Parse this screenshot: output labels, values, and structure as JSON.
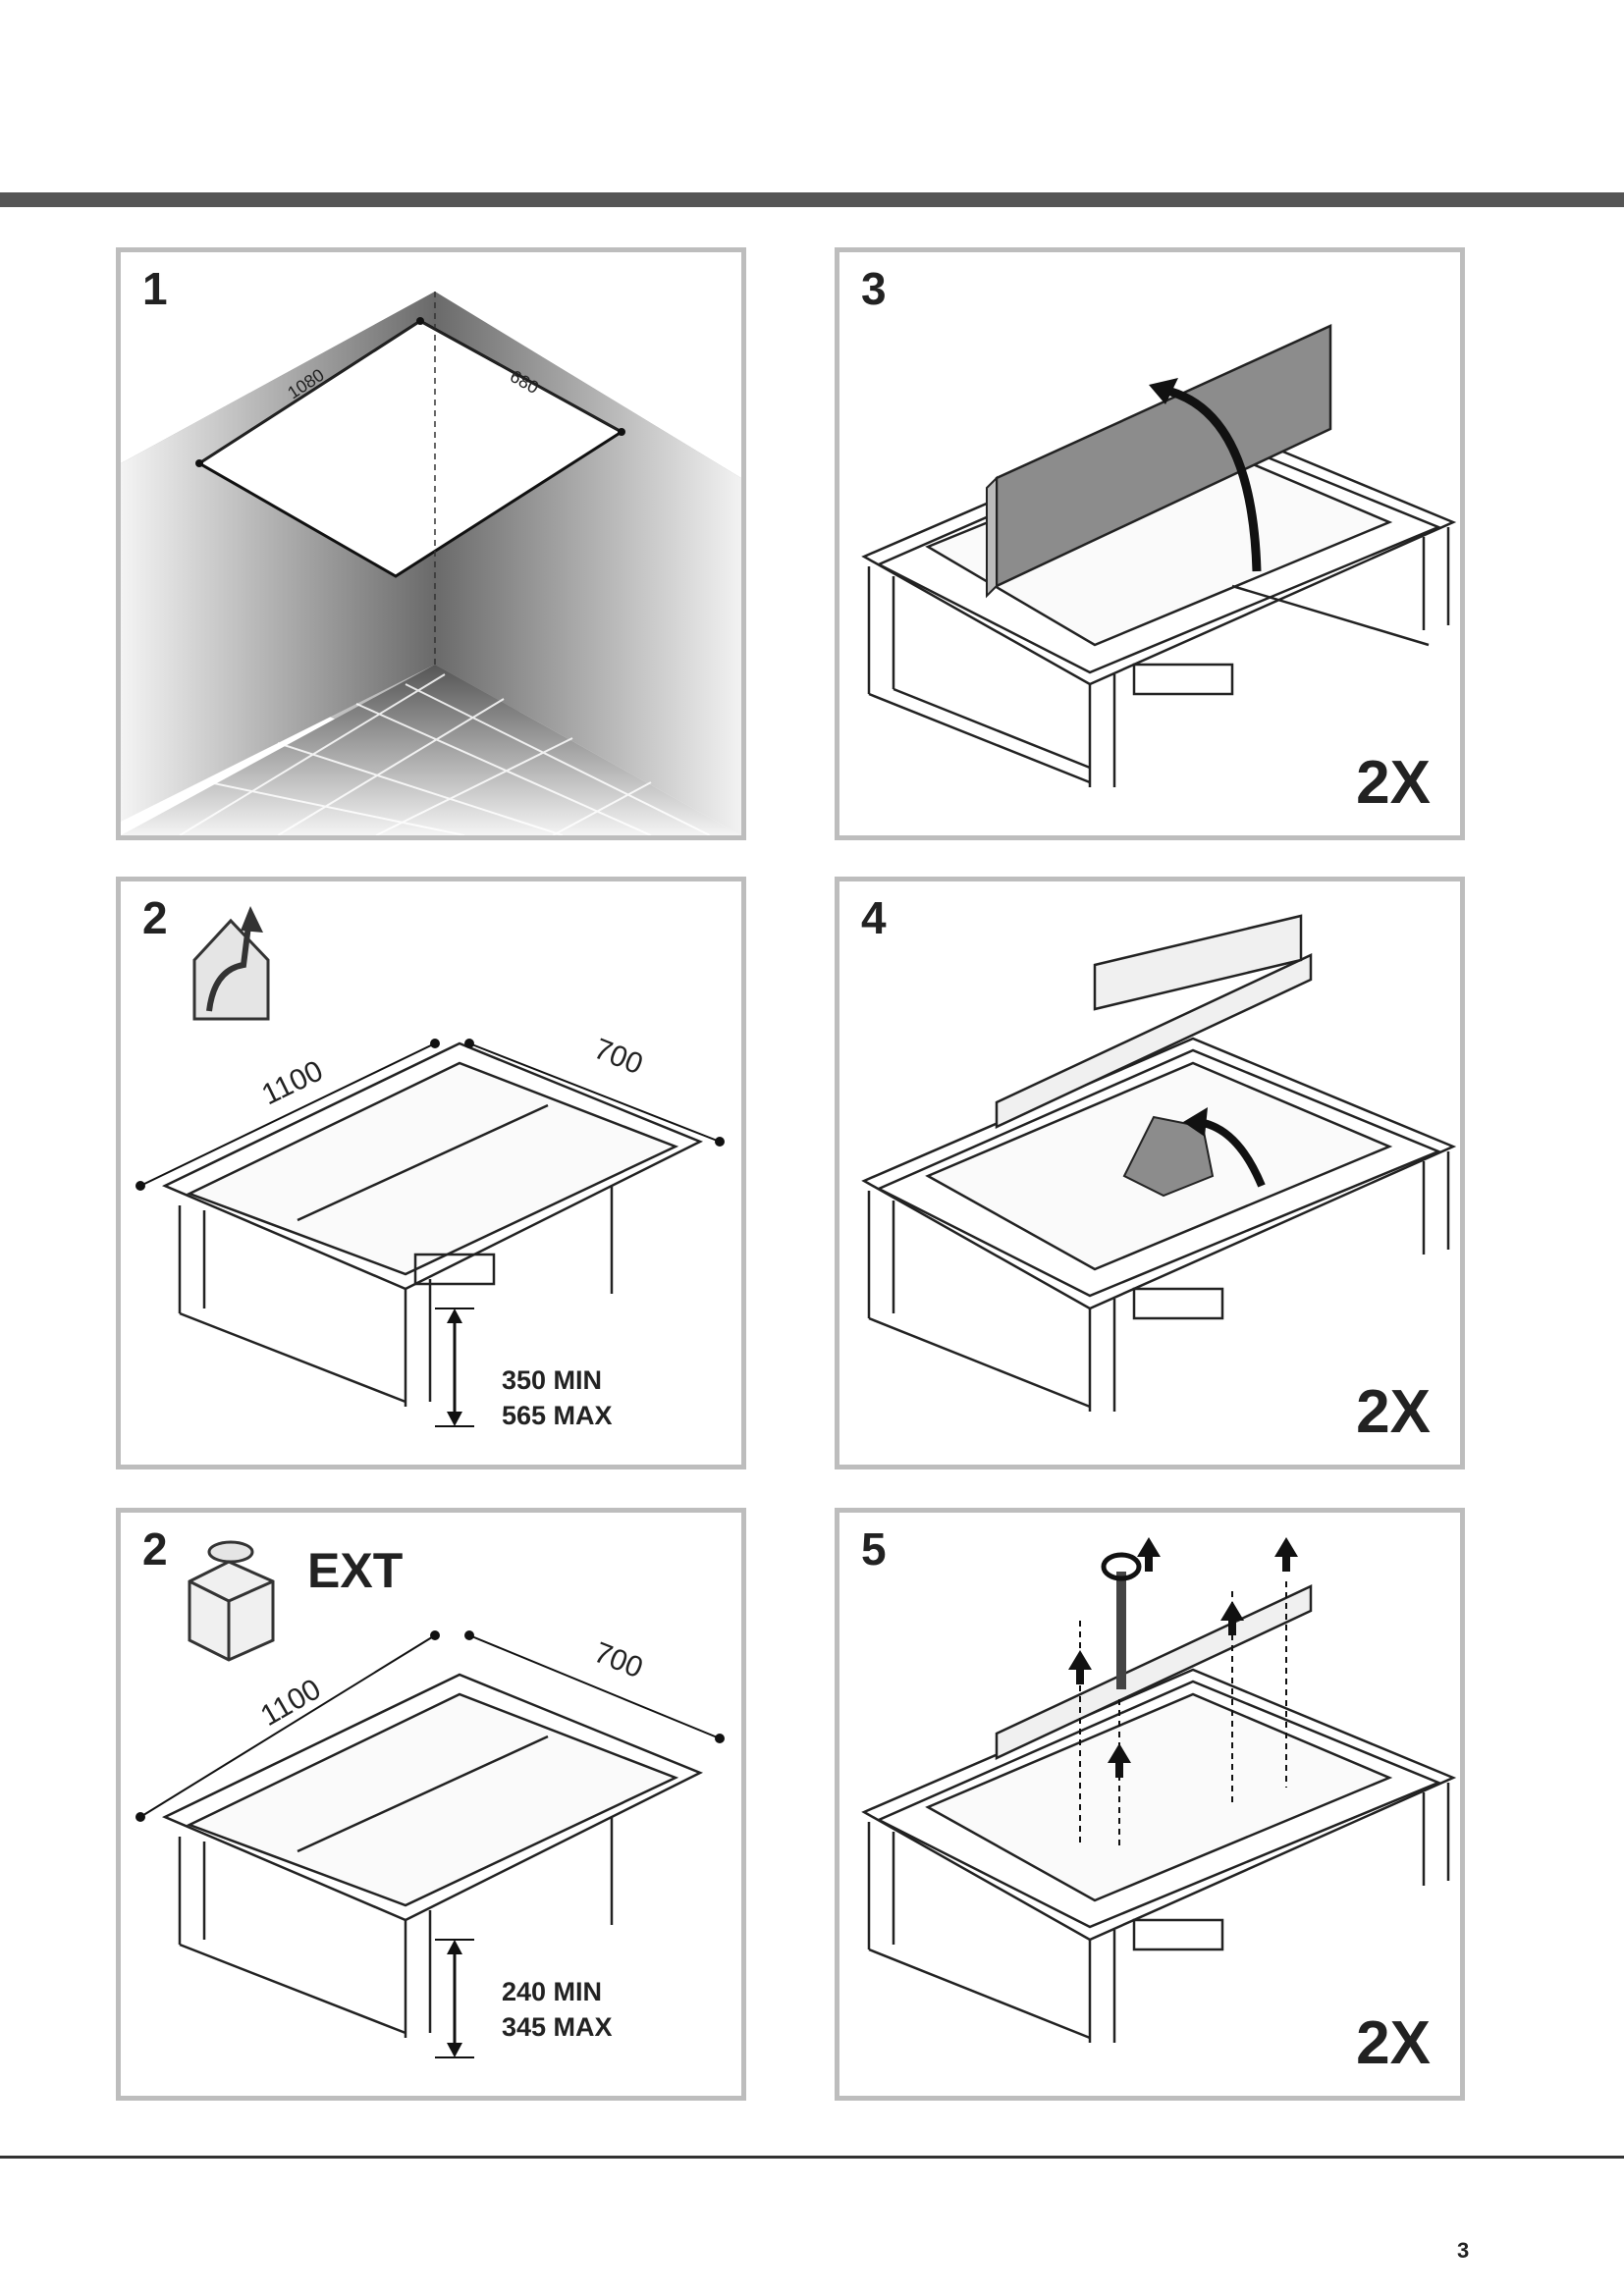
{
  "panels": [
    {
      "step": "1",
      "dims": [
        "1080",
        "680"
      ]
    },
    {
      "step": "3",
      "multiplier": "2X"
    },
    {
      "step": "2",
      "dims": [
        "1100",
        "700"
      ],
      "heights": [
        "350 MIN",
        "565 MAX"
      ],
      "icon": "recirculation-house-icon"
    },
    {
      "step": "4",
      "multiplier": "2X"
    },
    {
      "step": "2",
      "label": "EXT",
      "dims": [
        "1100",
        "700"
      ],
      "heights": [
        "240 MIN",
        "345 MAX"
      ],
      "icon": "external-motor-box-icon"
    },
    {
      "step": "5",
      "multiplier": "2X"
    }
  ],
  "page_number": "3"
}
